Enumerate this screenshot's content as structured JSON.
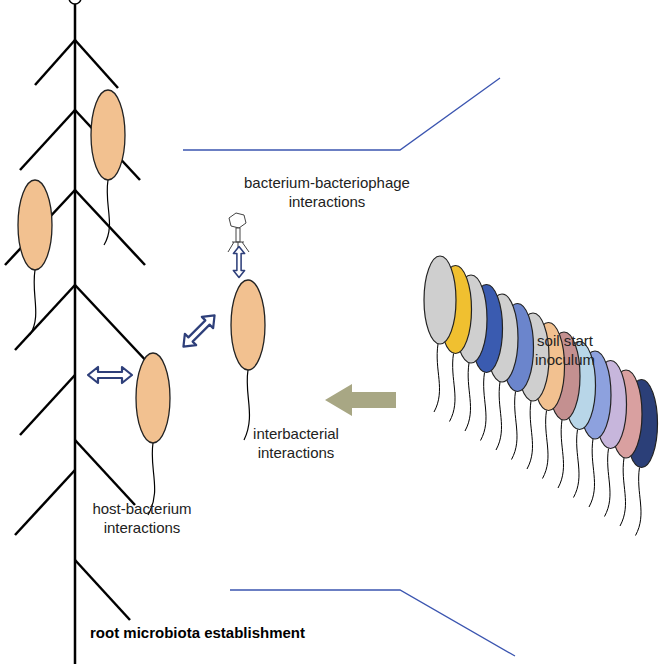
{
  "diagram": {
    "title": "root microbiota establishment",
    "labels": [
      "bacterium-bacteriophage interactions",
      "soil start inoculum",
      "interbacterial interactions",
      "host-bacterium interactions"
    ]
  }
}
